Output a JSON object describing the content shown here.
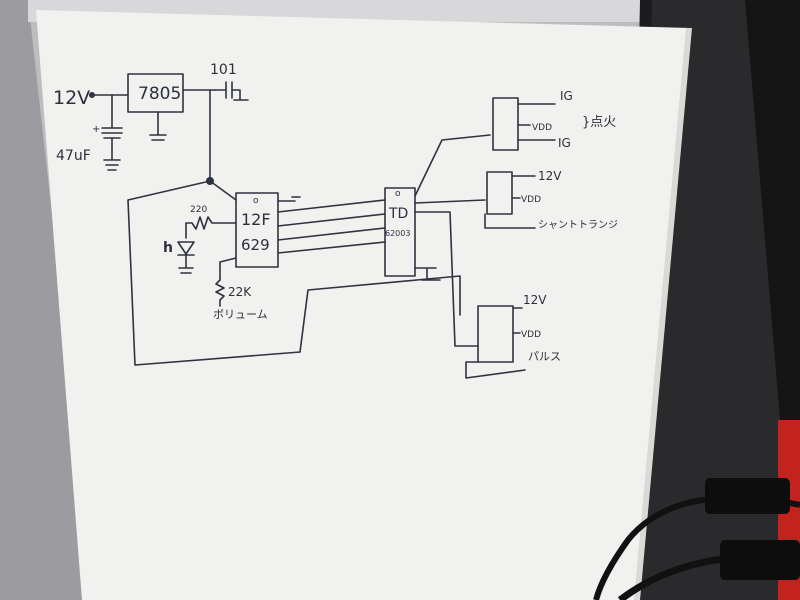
{
  "schematic": {
    "supply_label": "12V",
    "cap_label": "47uF",
    "regulator_label": "7805",
    "bypass_cap_label": "101",
    "led_resistor_label": "220",
    "mcu_label_line1": "12F",
    "mcu_label_line2": "629",
    "pot_resistor_label": "22K",
    "pot_label": "ボリューム",
    "driver_label_line1": "TD",
    "driver_label_line2": "62003",
    "ig_label_top": "IG",
    "ig_label_bottom": "IG",
    "ig_vdd_label": "VDD",
    "ig_group_label": "}点火",
    "relay2_12v_label": "12V",
    "relay2_vdd_label": "VDD",
    "relay2_output_label": "シャントトランジ",
    "relay3_12v_label": "12V",
    "relay3_vdd_label": "VDD",
    "relay3_output_label": "パルス"
  },
  "colors": {
    "ink": "#2f3340",
    "paper": "#f1f1ef",
    "monitor": "#1b1b1d",
    "cable": "#111112",
    "accent_red": "#c2231e"
  }
}
